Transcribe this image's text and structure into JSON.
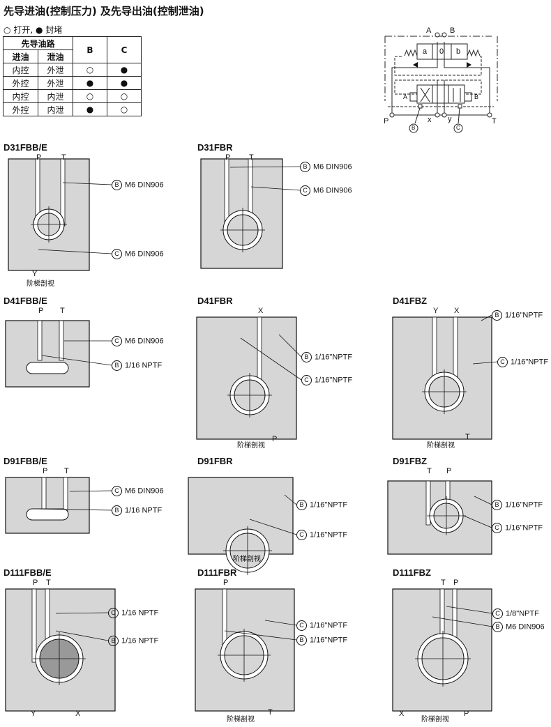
{
  "heading": "先导进油(控制压力) 及先导出油(控制泄油)",
  "legend": {
    "open_symbol": "○",
    "open_label": "打开,",
    "closed_symbol": "●",
    "closed_label": "封堵"
  },
  "table": {
    "group_header": "先导油路",
    "col_in": "进油",
    "col_out": "泄油",
    "col_b": "B",
    "col_c": "C",
    "rows": [
      {
        "in": "内控",
        "out": "外泄",
        "b": "○",
        "c": "●"
      },
      {
        "in": "外控",
        "out": "外泄",
        "b": "●",
        "c": "●"
      },
      {
        "in": "内控",
        "out": "内泄",
        "b": "○",
        "c": "○"
      },
      {
        "in": "外控",
        "out": "内泄",
        "b": "●",
        "c": "○"
      }
    ]
  },
  "schematic": {
    "A": "A",
    "B": "B",
    "a": "a",
    "zero": "0",
    "b": "b",
    "P": "P",
    "x": "x",
    "y": "y",
    "T": "T",
    "coil_A": "A",
    "coil_B": "B",
    "plug_b": "B",
    "plug_c": "C"
  },
  "panels": [
    {
      "title": "D31FBB/E",
      "ports": [
        "P",
        "T",
        "Y"
      ],
      "callouts": [
        {
          "letter": "B",
          "label": "M6  DIN906"
        },
        {
          "letter": "C",
          "label": "M6  DIN906"
        }
      ],
      "caption": "阶梯剖视"
    },
    {
      "title": "D31FBR",
      "ports": [
        "P",
        "T"
      ],
      "callouts": [
        {
          "letter": "B",
          "label": "M6  DIN906"
        },
        {
          "letter": "C",
          "label": "M6  DIN906"
        }
      ]
    },
    {
      "title": "D41FBB/E",
      "ports": [
        "P",
        "T"
      ],
      "callouts": [
        {
          "letter": "C",
          "label": "M6 DIN906"
        },
        {
          "letter": "B",
          "label": "1/16 NPTF"
        }
      ]
    },
    {
      "title": "D41FBR",
      "ports": [
        "X",
        "P"
      ],
      "callouts": [
        {
          "letter": "B",
          "label": "1/16\"NPTF"
        },
        {
          "letter": "C",
          "label": "1/16\"NPTF"
        }
      ],
      "caption": "阶梯剖视"
    },
    {
      "title": "D41FBZ",
      "ports": [
        "Y",
        "X",
        "T"
      ],
      "callouts": [
        {
          "letter": "B",
          "label": "1/16\"NPTF"
        },
        {
          "letter": "C",
          "label": "1/16\"NPTF"
        }
      ],
      "caption": "阶梯剖视"
    },
    {
      "title": "D91FBB/E",
      "ports": [
        "P",
        "T"
      ],
      "callouts": [
        {
          "letter": "C",
          "label": "M6 DIN906"
        },
        {
          "letter": "B",
          "label": "1/16 NPTF"
        }
      ]
    },
    {
      "title": "D91FBR",
      "ports": [],
      "callouts": [
        {
          "letter": "B",
          "label": "1/16\"NPTF"
        },
        {
          "letter": "C",
          "label": "1/16\"NPTF"
        }
      ],
      "caption": "阶梯剖视"
    },
    {
      "title": "D91FBZ",
      "ports": [
        "T",
        "P"
      ],
      "callouts": [
        {
          "letter": "B",
          "label": "1/16\"NPTF"
        },
        {
          "letter": "C",
          "label": "1/16\"NPTF"
        }
      ]
    },
    {
      "title": "D111FBB/E",
      "ports": [
        "P",
        "T",
        "Y",
        "X"
      ],
      "callouts": [
        {
          "letter": "C",
          "label": "1/16 NPTF"
        },
        {
          "letter": "B",
          "label": "1/16 NPTF"
        }
      ]
    },
    {
      "title": "D111FBR",
      "ports": [
        "P",
        "T"
      ],
      "callouts": [
        {
          "letter": "C",
          "label": "1/16\"NPTF"
        },
        {
          "letter": "B",
          "label": "1/16\"NPTF"
        }
      ],
      "caption": "阶梯剖视"
    },
    {
      "title": "D111FBZ",
      "ports": [
        "T",
        "P",
        "X",
        "P"
      ],
      "callouts": [
        {
          "letter": "C",
          "label": "1/8\"NPTF"
        },
        {
          "letter": "B",
          "label": "M6 DIN906"
        }
      ],
      "caption": "阶梯剖视"
    }
  ]
}
